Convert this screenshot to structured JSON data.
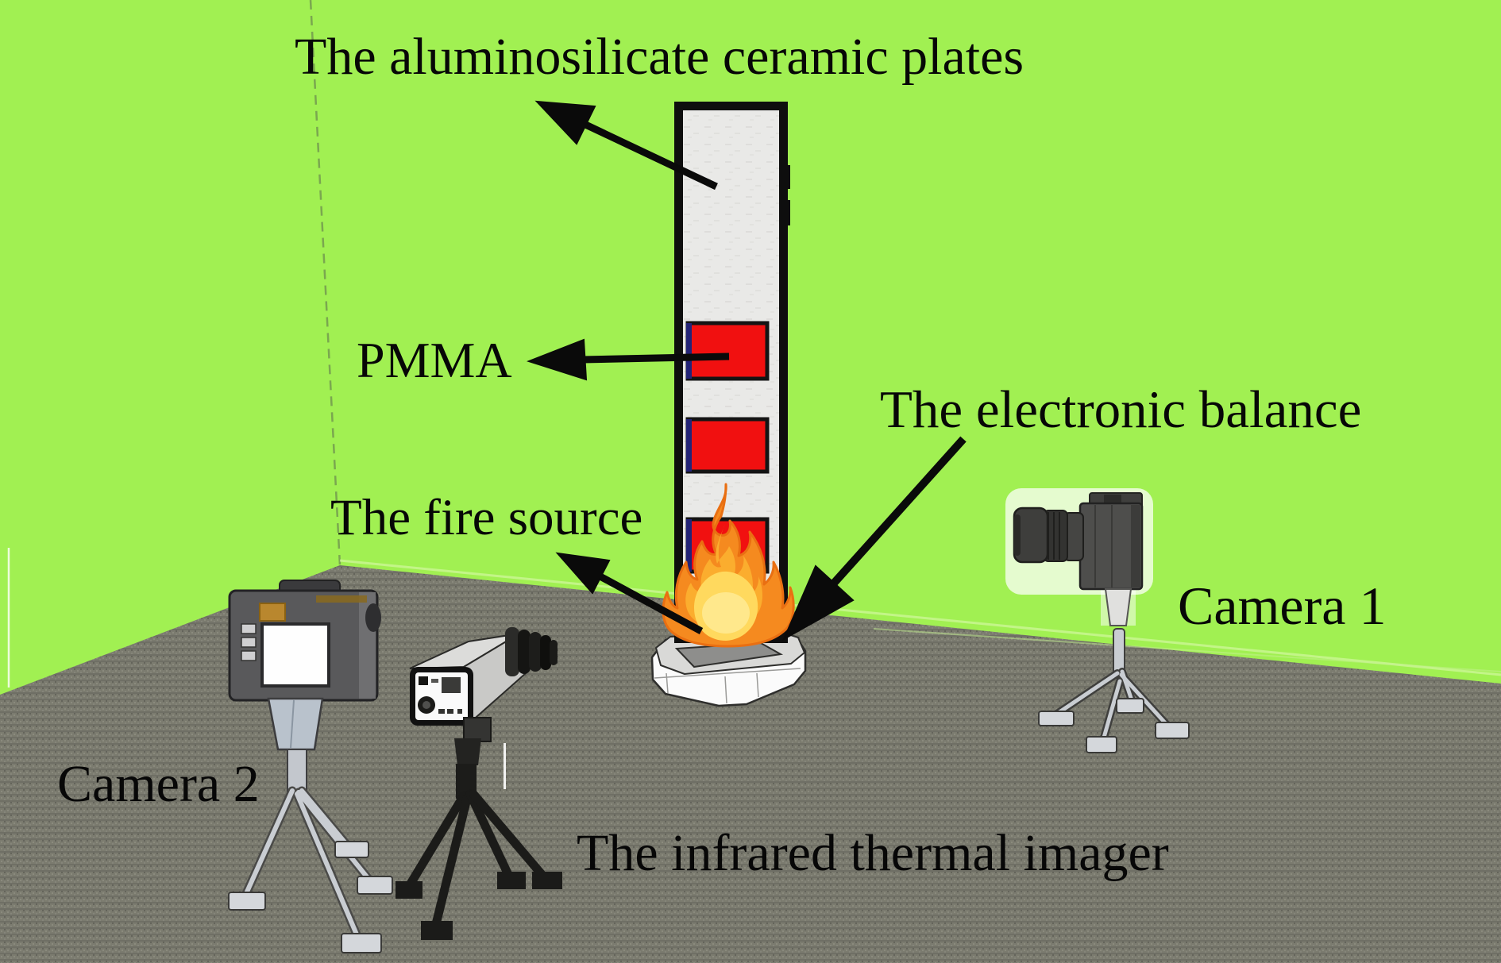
{
  "figure": {
    "type": "experimental-setup-diagram",
    "labels": {
      "ceramic_plates": "The aluminosilicate ceramic plates",
      "pmma": "PMMA",
      "electronic_balance": "The electronic balance",
      "fire_source": "The fire source",
      "camera1": "Camera 1",
      "camera2": "Camera 2",
      "ir_imager": "The infrared thermal imager"
    },
    "colors": {
      "wall_green": "#A1F052",
      "wall_corner_line": "#6E8F4E",
      "floor_gray": "#7B7B6F",
      "panel_border": "#0E0E0E",
      "panel_gray": "#E9E9E7",
      "sample_red": "#F11010",
      "sample_navy_edge": "#232377",
      "flame_outer": "#F58A1F",
      "flame_mid": "#FBAD2E",
      "flame_core": "#FFD95E",
      "balance_white": "#FBFBFB",
      "arrow_black": "#0A0A0A",
      "tripod_silver": "#C9CDD2",
      "tripod_black": "#1B1B19"
    }
  }
}
